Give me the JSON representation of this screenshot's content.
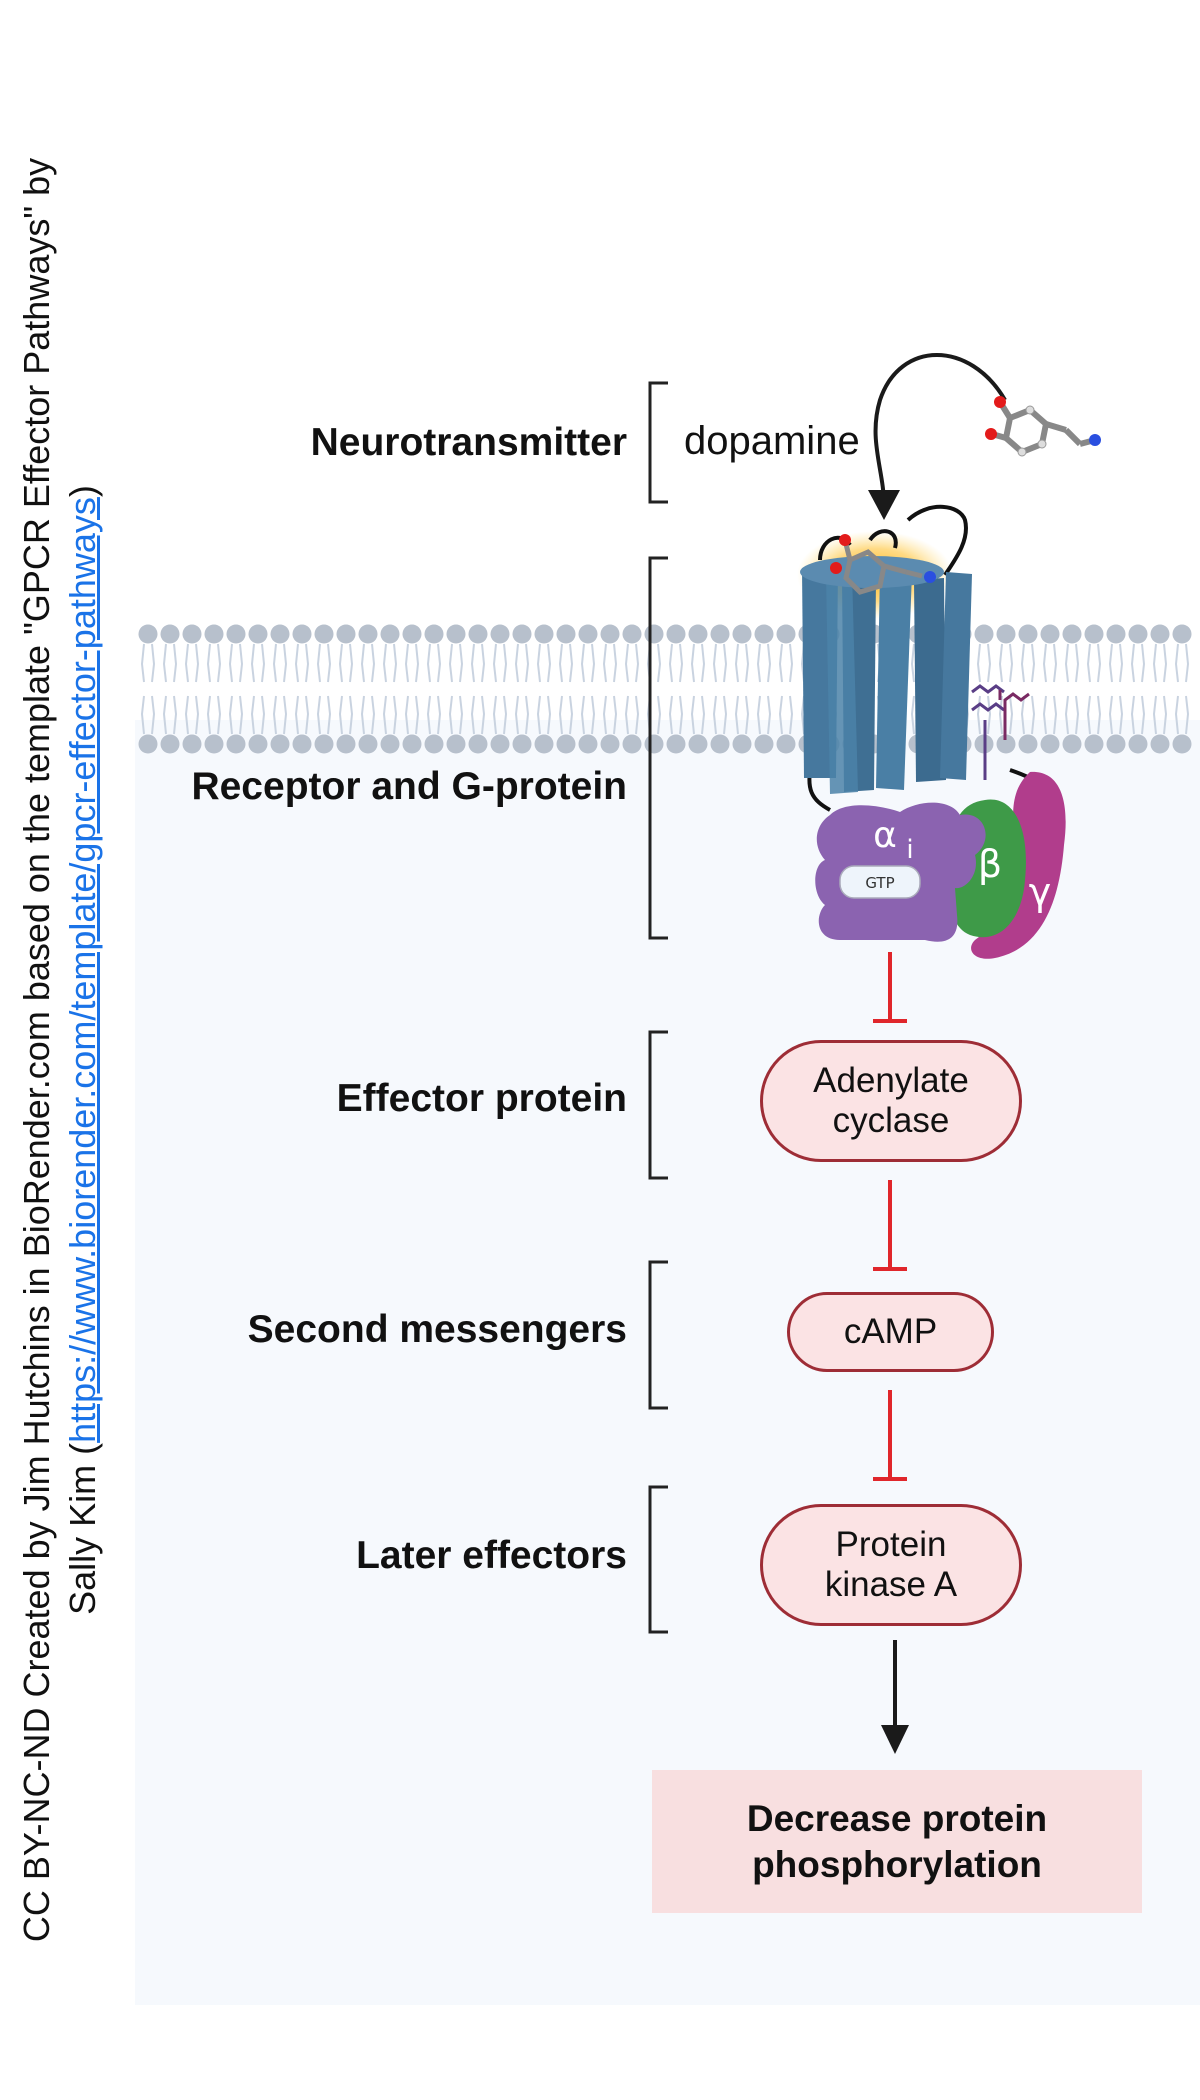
{
  "credit": {
    "line1": "CC BY-NC-ND Created by Jim Hutchins in BioRender.com based on the template \"GPCR Effector Pathways\" by",
    "line2_prefix": "Sally Kim (",
    "line2_link": "https://www.biorender.com/template/gpcr-effector-pathways",
    "line2_suffix": ")"
  },
  "stages": {
    "neurotransmitter": "Neurotransmitter",
    "receptor": "Receptor and G-protein",
    "effector": "Effector protein",
    "second_messengers": "Second messengers",
    "later_effectors": "Later effectors"
  },
  "ligand": {
    "name": "dopamine"
  },
  "gprotein": {
    "alpha": "α",
    "alpha_sub": "i",
    "beta": "β",
    "gamma": "γ",
    "gtp": "GTP"
  },
  "nodes": {
    "adenylate_cyclase": "Adenylate cyclase",
    "camp": "cAMP",
    "pka": "Protein kinase A"
  },
  "outcome": "Decrease protein phosphorylation",
  "colors": {
    "inhibition": "#e0262b",
    "receptor": "#46789e",
    "alpha": "#8b63b0",
    "beta": "#3e9a48",
    "gamma": "#b13d8c",
    "node_fill": "#fbe3e4",
    "node_border": "#9e2d36",
    "membrane_head": "#b7c0cc"
  }
}
